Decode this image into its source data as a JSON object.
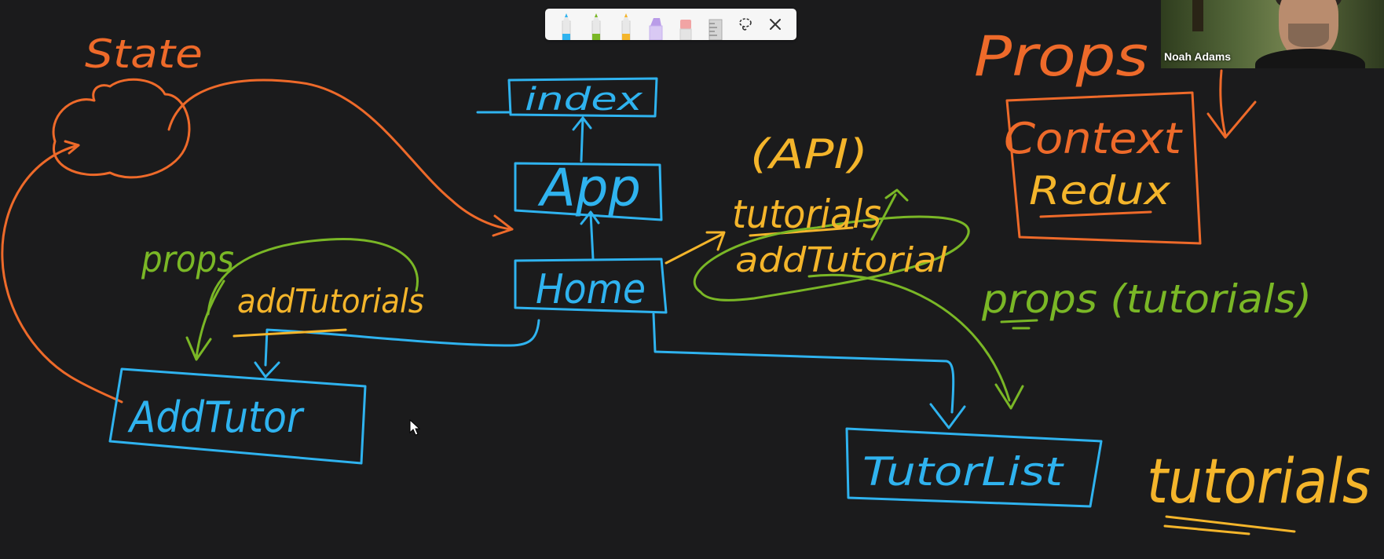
{
  "colors": {
    "background": "#1b1b1c",
    "blue_ink": "#2fb3ef",
    "orange_ink": "#ee6a2a",
    "green_ink": "#7ab726",
    "yellow_ink": "#f4b52b"
  },
  "toolbar": {
    "tools": [
      {
        "name": "pen-blue",
        "color": "#2fb3ef"
      },
      {
        "name": "pen-green",
        "color": "#7ab726"
      },
      {
        "name": "pen-yellow",
        "color": "#f4b52b"
      },
      {
        "name": "highlighter-purple",
        "color": "#b99ce8"
      },
      {
        "name": "eraser",
        "color": "#f1a4a4"
      },
      {
        "name": "ruler",
        "color": "#b9b9b9"
      }
    ],
    "lasso_icon": "lasso-icon",
    "close_icon": "close-icon"
  },
  "video": {
    "participant_name": "Noah Adams"
  },
  "whiteboard": {
    "state_label": "State",
    "props_title": "Props",
    "context_label": "Context",
    "redux_label": "Redux",
    "index_label": "index",
    "app_label": "App",
    "home_label": "Home",
    "api_label": "(API)",
    "tutorials_label": "tutorials",
    "add_tutorial_label": "addTutorial",
    "props_left_label": "props",
    "add_tutorials_label": "addTutorials",
    "add_tutor_label": "AddTutor",
    "props_tutorials_label": "props (tutorials)",
    "tutor_list_label": "TutorList",
    "tutorials_big_label": "tutorials"
  }
}
